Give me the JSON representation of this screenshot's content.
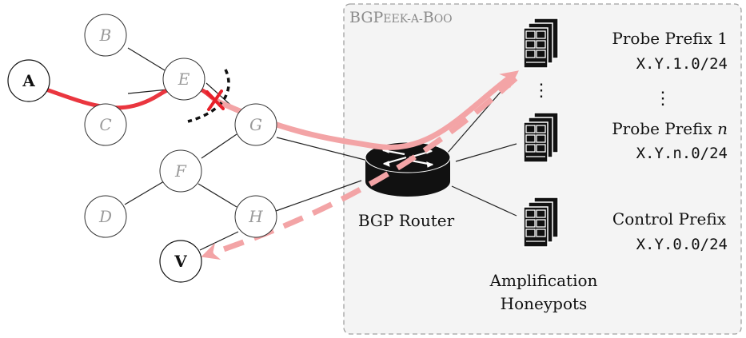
{
  "colors": {
    "attack_path": "#e8202a",
    "reflection_path": "#f3a4a6",
    "box_border": "#a0a0a0",
    "box_fill": "#f4f4f4",
    "title": "#8a8a8a",
    "faded_node": "#9a9a9a",
    "node_stroke": "#333333",
    "cut_line": "#111111",
    "cut_mark": "#e8202a"
  },
  "box": {
    "title_prefix": "BGP",
    "title_smallcaps": "eek-a-",
    "title_b": "B",
    "title_oo": "oo",
    "title_p": "P"
  },
  "nodes": {
    "A": "A",
    "B": "B",
    "C": "C",
    "D": "D",
    "E": "E",
    "F": "F",
    "G": "G",
    "H": "H",
    "V": "V"
  },
  "router": {
    "label": "BGP Router",
    "icon": "router-icon"
  },
  "prefixes": [
    {
      "name": "Probe Prefix 1",
      "addr": "X.Y.1.0/24"
    },
    {
      "name_prefix": "Probe Prefix ",
      "name_var": "n",
      "addr": "X.Y.n.0/24"
    },
    {
      "name": "Control Prefix",
      "addr": "X.Y.0.0/24"
    }
  ],
  "ellipsis_vertical": "⋮",
  "honeypots_label": [
    "Amplification",
    "Honeypots"
  ],
  "icons": {
    "server": "server-rack-icon",
    "cut": "cut-x-icon"
  }
}
